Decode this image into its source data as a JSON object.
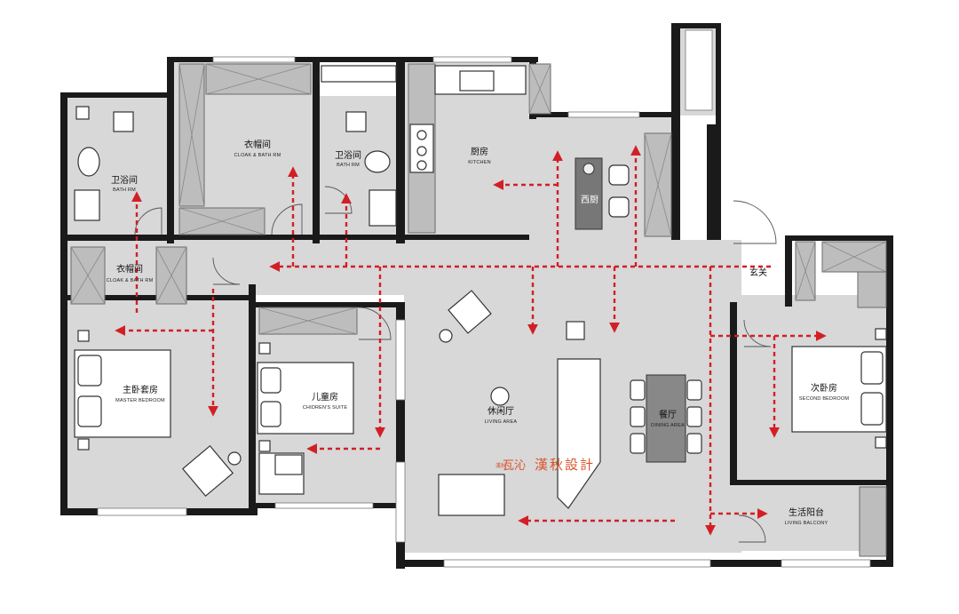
{
  "rooms": {
    "bath_left": {
      "cn": "卫浴间",
      "en": "BATH RM"
    },
    "cloak_bath": {
      "cn": "衣帽间",
      "en": "CLOAK & BATH RM"
    },
    "bath_mid": {
      "cn": "卫浴间",
      "en": "BATH RM"
    },
    "kitchen": {
      "cn": "厨房",
      "en": "KITCHEN"
    },
    "west_kitchen": {
      "cn": "西厨"
    },
    "cloak_small": {
      "cn": "衣帽间",
      "en": "CLOAK & BATH RM"
    },
    "entrance": {
      "cn": "玄关"
    },
    "master": {
      "cn": "主卧套房",
      "en": "MASTER BEDROOM"
    },
    "children": {
      "cn": "儿童房",
      "en": "CHIDREN'S SUITE"
    },
    "living": {
      "cn": "休闲厅",
      "en": "LIVING AREA"
    },
    "dining": {
      "cn": "餐厅",
      "en": "DINING AREA"
    },
    "second": {
      "cn": "次卧房",
      "en": "SECOND BEDROOM"
    },
    "balcony": {
      "cn": "生活阳台",
      "en": "LIVING BALCONY"
    }
  },
  "brand": {
    "seal": "漢秋",
    "name_a": "瓦沁",
    "name_b": "漢秋設計"
  },
  "colors": {
    "flow_arrow": "#d21f26",
    "wall": "#1a1a1a",
    "floor": "#d8d8d8",
    "brand": "#d9542b"
  }
}
